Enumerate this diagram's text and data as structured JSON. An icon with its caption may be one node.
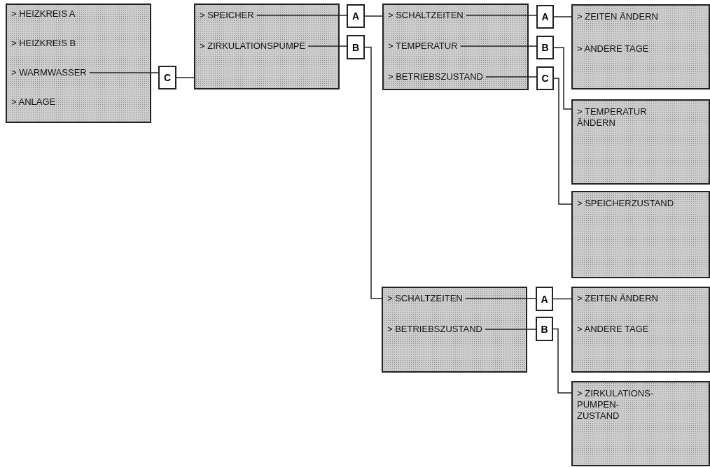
{
  "diagram": {
    "nodes": [
      {
        "text": [],
        "shape": "box"
      },
      {
        "text": [
          "> HEIZKREIS A"
        ],
        "in": 0
      },
      {
        "text": [
          "> HEIZKREIS B"
        ],
        "in": 0
      },
      {
        "text": [
          "> WARMWASSER"
        ],
        "in": 0
      },
      {
        "text": [
          "> ANLAGE"
        ],
        "in": 0
      },
      {
        "text": [
          "C"
        ]
      },
      {
        "text": [],
        "shape": "box"
      },
      {
        "text": [
          "> SPEICHER"
        ],
        "in": 6
      },
      {
        "text": [
          "> ZIRKULATIONSPUMPE"
        ],
        "in": 6
      },
      {
        "text": [
          "A"
        ]
      },
      {
        "text": [
          "B"
        ]
      },
      {
        "text": [],
        "shape": "box"
      },
      {
        "text": [
          "> SCHALTZEITEN"
        ],
        "in": 11
      },
      {
        "text": [
          "> TEMPERATUR"
        ],
        "in": 11
      },
      {
        "text": [
          "> BETRIEBSZUSTAND"
        ],
        "in": 11
      },
      {
        "text": [
          "A"
        ]
      },
      {
        "text": [
          "B"
        ]
      },
      {
        "text": [
          "C"
        ]
      },
      {
        "text": [],
        "shape": "box"
      },
      {
        "text": [
          "> ZEITEN ÄNDERN"
        ],
        "in": 18
      },
      {
        "text": [
          "> ANDERE TAGE"
        ],
        "in": 18
      },
      {
        "text": [
          "> TEMPERATUR ÄNDERN"
        ]
      },
      {
        "text": [
          "> SPEICHERZUSTAND"
        ]
      },
      {
        "text": [],
        "shape": "box"
      },
      {
        "text": [
          "> SCHALTZEITEN"
        ],
        "in": 23
      },
      {
        "text": [
          "> BETRIEBSZUSTAND"
        ],
        "in": 23
      },
      {
        "text": [
          "A"
        ]
      },
      {
        "text": [
          "B"
        ]
      },
      {
        "text": [],
        "shape": "box"
      },
      {
        "text": [
          "> ZEITEN ÄNDERN"
        ],
        "in": 28
      },
      {
        "text": [
          "> ANDERE TAGE"
        ],
        "in": 28
      },
      {
        "text": [
          "> ZIRKULATIONS- PUMPEN- ZUSTAND"
        ]
      }
    ],
    "edges": [
      {
        "from": 3,
        "to": 5,
        "arrow": "none"
      },
      {
        "from": 5,
        "to": 6,
        "arrow": "none"
      },
      {
        "from": 7,
        "to": 9,
        "arrow": "none"
      },
      {
        "from": 9,
        "to": 11,
        "arrow": "none"
      },
      {
        "from": 8,
        "to": 10,
        "arrow": "none"
      },
      {
        "from": 10,
        "to": 23,
        "arrow": "none"
      },
      {
        "from": 12,
        "to": 15,
        "arrow": "none"
      },
      {
        "from": 15,
        "to": 18,
        "arrow": "none"
      },
      {
        "from": 13,
        "to": 16,
        "arrow": "none"
      },
      {
        "from": 16,
        "to": 21,
        "arrow": "none"
      },
      {
        "from": 14,
        "to": 17,
        "arrow": "none"
      },
      {
        "from": 17,
        "to": 22,
        "arrow": "none"
      },
      {
        "from": 24,
        "to": 26,
        "arrow": "none"
      },
      {
        "from": 26,
        "to": 28,
        "arrow": "none"
      },
      {
        "from": 25,
        "to": 27,
        "arrow": "none"
      },
      {
        "from": 27,
        "to": 31,
        "arrow": "none"
      }
    ]
  }
}
